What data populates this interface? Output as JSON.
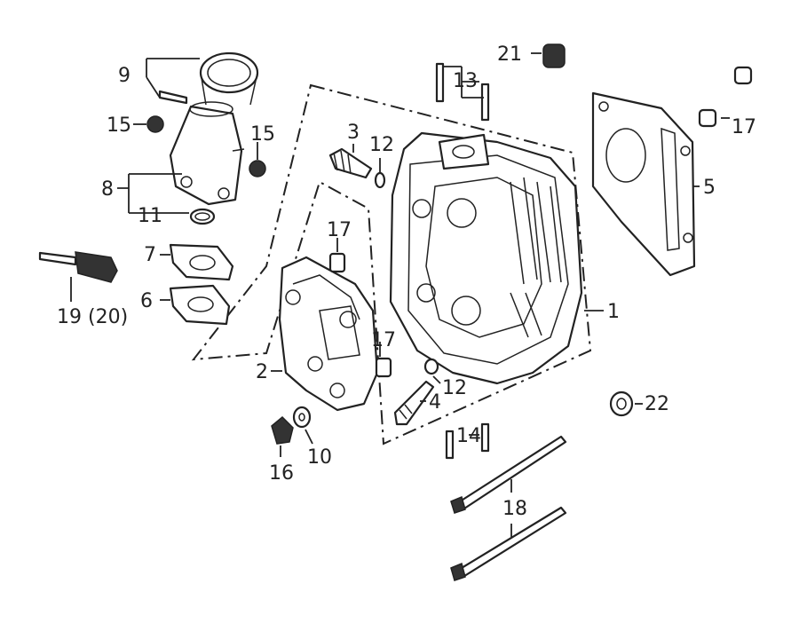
{
  "labels": {
    "l1": "1",
    "l2": "2",
    "l3": "3",
    "l4": "4",
    "l5": "5",
    "l6": "6",
    "l7": "7",
    "l8": "8",
    "l9": "9",
    "l10": "10",
    "l11": "11",
    "l12a": "12",
    "l12b": "12",
    "l13": "13",
    "l14": "14",
    "l15a": "15",
    "l15b": "15",
    "l16": "16",
    "l17a": "17",
    "l17b": "17",
    "l17c": "17",
    "l18": "18",
    "l19": "19 (20)",
    "l21": "21",
    "l22": "22"
  }
}
